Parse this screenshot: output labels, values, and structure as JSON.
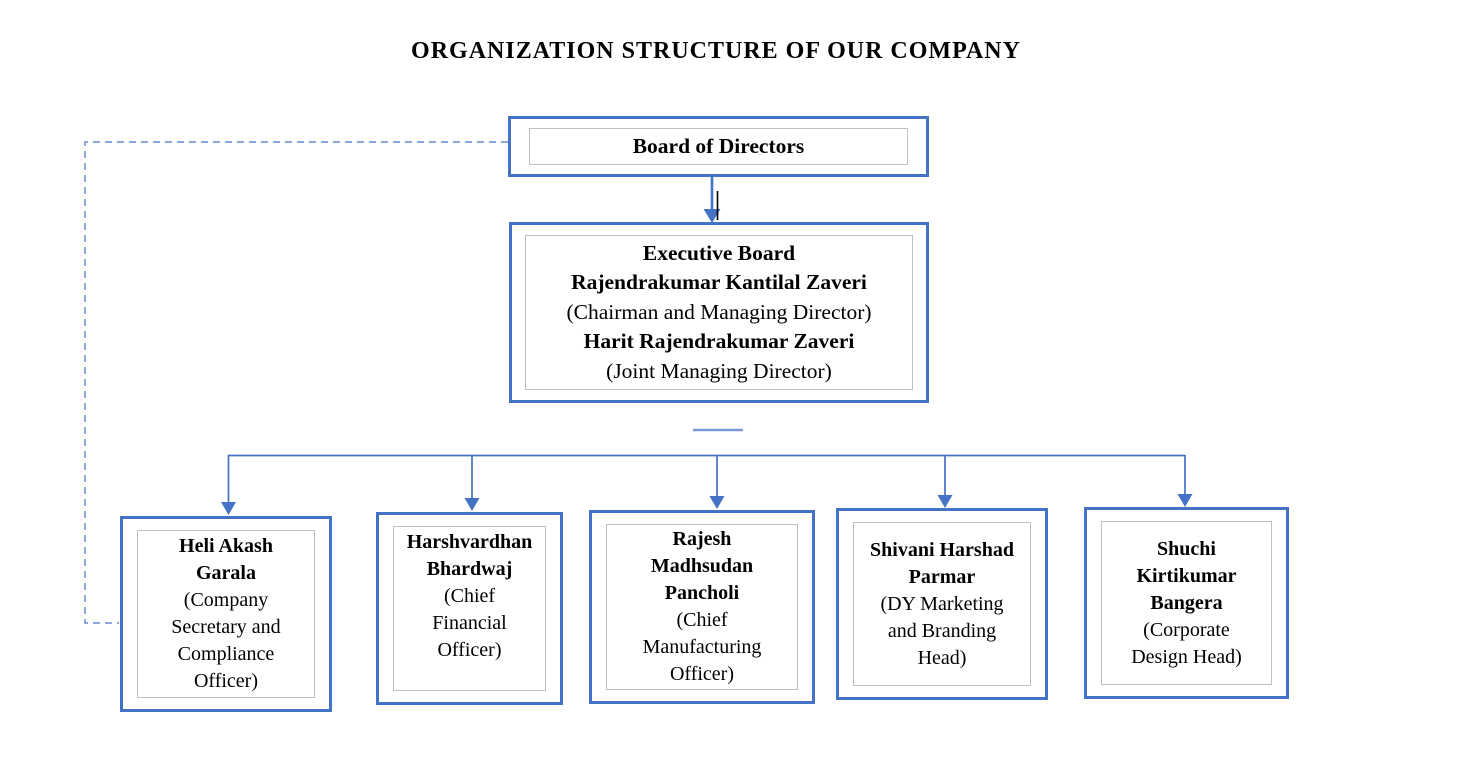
{
  "title": "ORGANIZATION STRUCTURE OF OUR COMPANY",
  "colors": {
    "accent": "#4472C4",
    "connector_dashed": "#7E99D8",
    "inner_border": "#BFBFBF",
    "text": "#000000",
    "cursor": "#000000"
  },
  "board": {
    "label": "Board of Directors"
  },
  "executive": {
    "heading": "Executive Board",
    "members": [
      {
        "name": "Rajendrakumar Kantilal Zaveri",
        "role": "(Chairman and Managing Director)"
      },
      {
        "name": "Harit Rajendrakumar Zaveri",
        "role": "(Joint Managing Director)"
      }
    ]
  },
  "departments": [
    {
      "name": "Heli Akash\nGarala",
      "role": "(Company\nSecretary and\nCompliance\nOfficer)"
    },
    {
      "name": "Harshvardhan\nBhardwaj",
      "role": "(Chief\nFinancial\nOfficer)"
    },
    {
      "name": "Rajesh\nMadhsudan\nPancholi",
      "role": "(Chief\nManufacturing\nOfficer)"
    },
    {
      "name": "Shivani Harshad\nParmar",
      "role": "(DY Marketing\nand Branding\nHead)"
    },
    {
      "name": "Shuchi\nKirtikumar\nBangera",
      "role": "(Corporate\nDesign Head)"
    }
  ]
}
